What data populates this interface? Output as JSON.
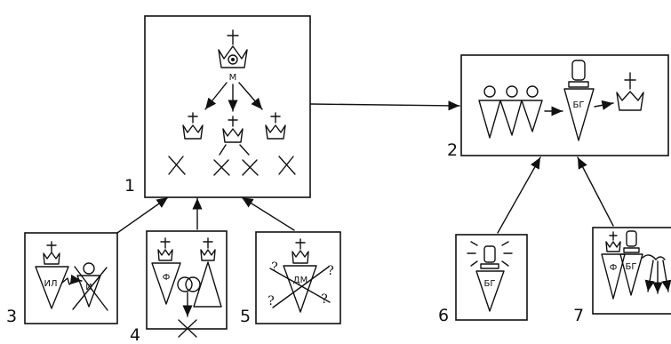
{
  "panels": [
    {
      "id": "1",
      "label": "1",
      "glyph": "М"
    },
    {
      "id": "2",
      "label": "2",
      "glyph": "БГ"
    },
    {
      "id": "3",
      "label": "3",
      "glyphs": [
        "ИЛ",
        "И"
      ]
    },
    {
      "id": "4",
      "label": "4",
      "glyph": "Ф"
    },
    {
      "id": "5",
      "label": "5",
      "glyph": "ДМ",
      "marks": [
        "?",
        "?",
        "?",
        "?"
      ]
    },
    {
      "id": "6",
      "label": "6",
      "glyph": "БГ"
    },
    {
      "id": "7",
      "label": "7",
      "glyphs": [
        "Ф",
        "БГ"
      ]
    }
  ]
}
